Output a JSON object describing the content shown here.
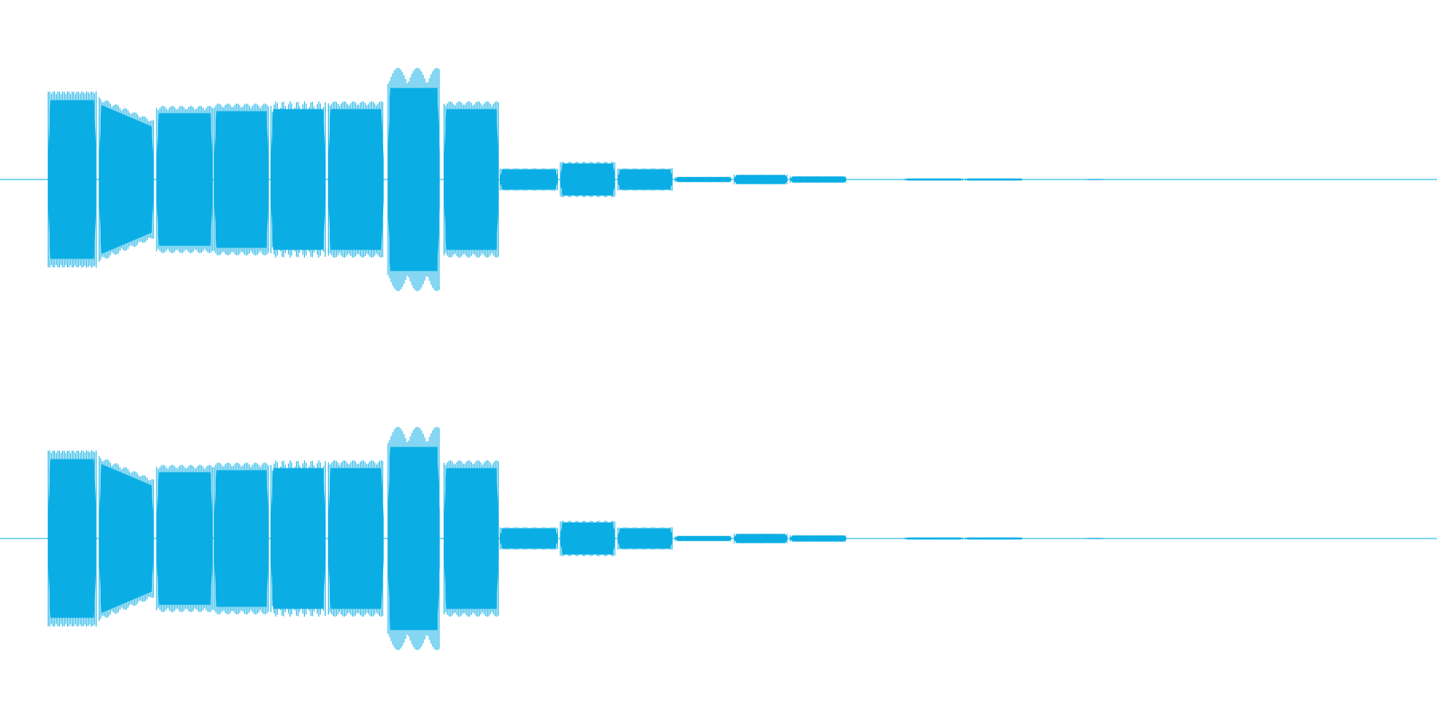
{
  "waveform": {
    "color": "#0aaee4",
    "background": "#ffffff",
    "channels": [
      "left",
      "right"
    ],
    "segments": [
      {
        "start": 0.0335,
        "end": 0.067,
        "amp": 0.79,
        "style": "square"
      },
      {
        "start": 0.069,
        "end": 0.107,
        "amp": 0.74,
        "amp_end": 0.53,
        "style": "decay"
      },
      {
        "start": 0.109,
        "end": 0.148,
        "amp": 0.66,
        "style": "soft"
      },
      {
        "start": 0.149,
        "end": 0.187,
        "amp": 0.68,
        "style": "soft"
      },
      {
        "start": 0.1885,
        "end": 0.2265,
        "amp": 0.7,
        "style": "ripple"
      },
      {
        "start": 0.2285,
        "end": 0.267,
        "amp": 0.7,
        "style": "soft"
      },
      {
        "start": 0.27,
        "end": 0.306,
        "amp": 1.0,
        "style": "spike"
      },
      {
        "start": 0.309,
        "end": 0.347,
        "amp": 0.7,
        "style": "soft"
      },
      {
        "start": 0.348,
        "end": 0.388,
        "amp": 0.1,
        "style": "soft"
      },
      {
        "start": 0.39,
        "end": 0.428,
        "amp": 0.16,
        "style": "ripple"
      },
      {
        "start": 0.43,
        "end": 0.468,
        "amp": 0.1,
        "style": "soft"
      },
      {
        "start": 0.47,
        "end": 0.509,
        "amp": 0.025,
        "style": "soft"
      },
      {
        "start": 0.511,
        "end": 0.548,
        "amp": 0.045,
        "style": "soft"
      },
      {
        "start": 0.55,
        "end": 0.589,
        "amp": 0.03,
        "style": "soft"
      },
      {
        "start": 0.63,
        "end": 0.67,
        "amp": 0.01,
        "style": "soft"
      },
      {
        "start": 0.672,
        "end": 0.712,
        "amp": 0.01,
        "style": "soft"
      },
      {
        "start": 0.756,
        "end": 0.768,
        "amp": 0.005,
        "style": "soft"
      }
    ]
  }
}
